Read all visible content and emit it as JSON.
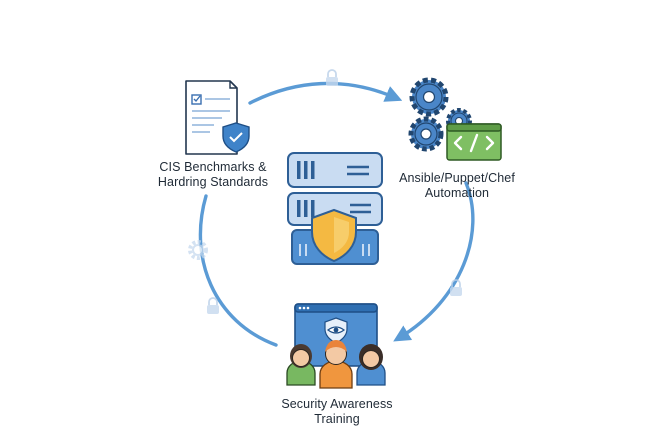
{
  "diagram": {
    "nodes": [
      {
        "id": "cis",
        "icon": "checklist-document-shield-icon",
        "line1": "CIS Benchmarks &",
        "line2": "Hardring Standards"
      },
      {
        "id": "automation",
        "icon": "gears-code-window-icon",
        "line1": "Ansible/Puppet/Chef",
        "line2": "Automation"
      },
      {
        "id": "training",
        "icon": "team-monitor-eye-icon",
        "line1": "Security Awareness",
        "line2": "Training"
      }
    ],
    "center": {
      "icon": "shielded-server-stack-icon"
    },
    "cycle_markers": [
      "lock-icon",
      "lock-icon",
      "lock-icon",
      "gear-icon"
    ],
    "colors": {
      "cycle_arrow": "#5b9bd5",
      "server_fill": "#c9dcf2",
      "server_stroke": "#2e5f96",
      "shield_fill": "#f4b942",
      "gear_fill": "#4a86c8",
      "code_fill": "#7fbf63",
      "marker_fill": "#c6d9ee",
      "text": "#1f2a36"
    }
  }
}
